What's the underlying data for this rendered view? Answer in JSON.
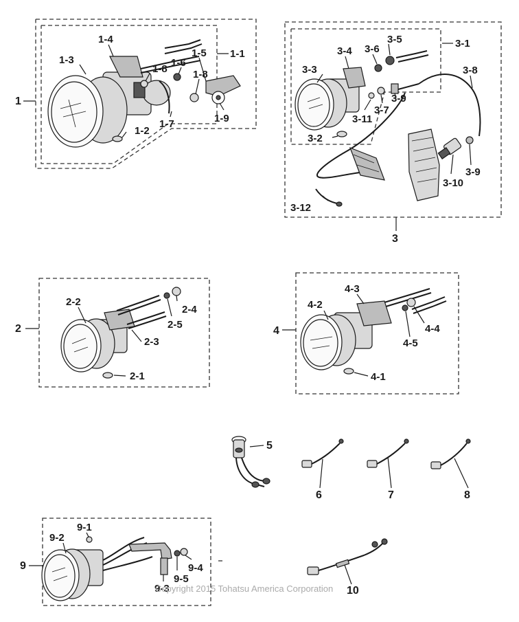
{
  "labels": {
    "g1": "1",
    "g1_1": "1-1",
    "g1_2": "1-2",
    "g1_3": "1-3",
    "g1_4": "1-4",
    "g1_5": "1-5",
    "g1_6": "1-6",
    "g1_7": "1-7",
    "g1_8a": "1-8",
    "g1_8b": "1-8",
    "g1_9": "1-9",
    "g2": "2",
    "g2_1": "2-1",
    "g2_2": "2-2",
    "g2_3": "2-3",
    "g2_4": "2-4",
    "g2_5": "2-5",
    "g3": "3",
    "g3_1": "3-1",
    "g3_2": "3-2",
    "g3_3": "3-3",
    "g3_4": "3-4",
    "g3_5": "3-5",
    "g3_6": "3-6",
    "g3_7": "3-7",
    "g3_8": "3-8",
    "g3_9a": "3-9",
    "g3_9b": "3-9",
    "g3_10": "3-10",
    "g3_11": "3-11",
    "g3_12": "3-12",
    "g4": "4",
    "g4_1": "4-1",
    "g4_2": "4-2",
    "g4_3": "4-3",
    "g4_4": "4-4",
    "g4_5": "4-5",
    "g5": "5",
    "g6": "6",
    "g7": "7",
    "g8": "8",
    "g9": "9",
    "g9_1": "9-1",
    "g9_2": "9-2",
    "g9_3": "9-3",
    "g9_4": "9-4",
    "g9_5": "9-5",
    "g10": "10"
  },
  "copyright": "Copyright 2015 Tohatsu America Corporation",
  "colors": {
    "line": "#1a1a1a",
    "watermark": "#aaaaaa",
    "fill_gray": "#d9d9d9"
  }
}
